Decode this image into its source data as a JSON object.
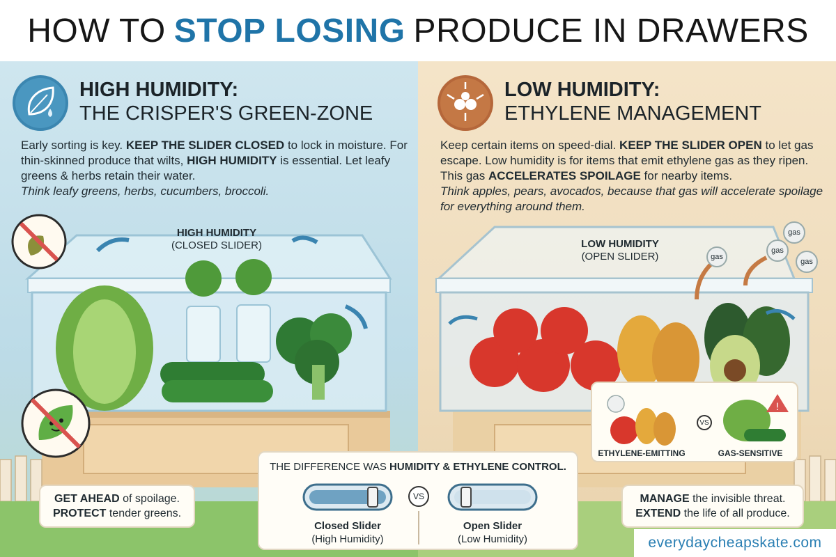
{
  "header": {
    "title_before": "HOW TO",
    "title_accent": "STOP LOSING",
    "title_after": "PRODUCE IN DRAWERS",
    "accent_color": "#1f74a8"
  },
  "left": {
    "heading_bold": "HIGH HUMIDITY:",
    "heading_sub": "THE CRISPER'S GREEN-ZONE",
    "body_1": "Early sorting is key.",
    "body_1b": "KEEP THE SLIDER CLOSED",
    "body_2": "to lock in moisture. For thin-skinned produce that wilts,",
    "body_2b": "HIGH HUMIDITY",
    "body_3": "is essential. Let leafy greens & herbs retain their water.",
    "body_italic": "Think leafy greens, herbs, cucumbers, broccoli.",
    "drawer_title": "HIGH HUMIDITY",
    "drawer_sub": "(CLOSED SLIDER)",
    "callout_1b": "GET AHEAD",
    "callout_1": "of spoilage.",
    "callout_2b": "PROTECT",
    "callout_2": "tender greens.",
    "badge_icon": "leaf-water-drop-icon",
    "color": "#1f74a8"
  },
  "right": {
    "heading_bold": "LOW HUMIDITY:",
    "heading_sub": "ETHYLENE MANAGEMENT",
    "body_1": "Keep certain items on speed-dial.",
    "body_1b": "KEEP THE SLIDER OPEN",
    "body_2": "to let gas escape. Low humidity is for items that emit ethylene gas as they ripen. This gas",
    "body_2b": "ACCELERATES SPOILAGE",
    "body_3": "for nearby items.",
    "body_italic": "Think apples, pears, avocados, because that gas will accelerate spoilage for everything around them.",
    "drawer_title": "LOW HUMIDITY",
    "drawer_sub": "(OPEN SLIDER)",
    "gas_word": "gas",
    "inset_left": "ETHYLENE-EMITTING",
    "inset_right": "GAS-SENSITIVE",
    "vs": "VS",
    "callout_1b": "MANAGE",
    "callout_1": "the invisible threat.",
    "callout_2b": "EXTEND",
    "callout_2": "the life of all produce.",
    "badge_icon": "molecule-icon",
    "color": "#b5673a"
  },
  "center": {
    "title_before": "THE DIFFERENCE WAS",
    "title_bold": "HUMIDITY & ETHYLENE CONTROL.",
    "vs": "VS",
    "closed_label": "Closed Slider",
    "closed_sub": "(High Humidity)",
    "open_label": "Open Slider",
    "open_sub": "(Low Humidity)"
  },
  "brand": "everydaycheapskate.com"
}
